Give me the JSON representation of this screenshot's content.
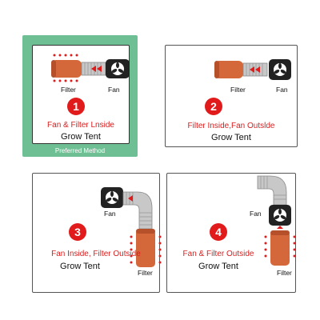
{
  "panels": [
    {
      "number": "1",
      "title": "Fan & Filter Lnside",
      "subtitle": "Grow Tent",
      "filter_label": "Filter",
      "fan_label": "Fan",
      "caption": "Preferred Method"
    },
    {
      "number": "2",
      "title": "Filter Inside,Fan Outslde",
      "subtitle": "Grow Tent",
      "filter_label": "Filter",
      "fan_label": "Fan"
    },
    {
      "number": "3",
      "title": "Fan Inside, Filter Outside",
      "subtitle": "Grow Tent",
      "filter_label": "Filter",
      "fan_label": "Fan"
    },
    {
      "number": "4",
      "title": "Fan & Filter Outside",
      "subtitle": "Grow Tent",
      "filter_label": "Filter",
      "fan_label": "Fan"
    }
  ],
  "colors": {
    "frame_green": "#6fbf94",
    "badge_red": "#e11b1b",
    "title_red": "#d81e1e",
    "filter_orange": "#d4683a"
  },
  "icons": [
    "fan-icon",
    "filter-icon",
    "duct-icon",
    "airflow-arrow-icon"
  ]
}
